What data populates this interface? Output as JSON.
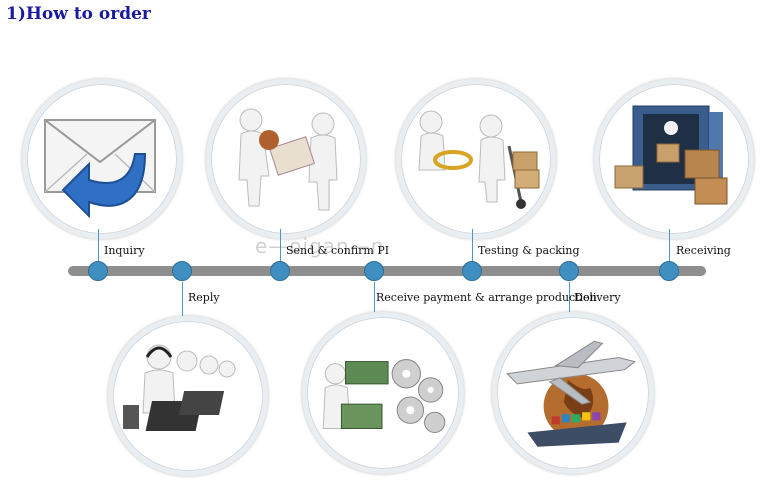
{
  "title": "1)How to order",
  "watermark": "e—oigan—n",
  "steps": {
    "inquiry": "Inquiry",
    "reply": "Reply",
    "send_confirm_pi": "Send & confirm PI",
    "receive_payment": "Receive payment & arrange production",
    "testing_packing": "Testing & packing",
    "delivery": "Delivery",
    "receiving": "Receiving"
  },
  "colors": {
    "title": "#1a1aa0",
    "node": "#3f8fc0",
    "bar": "#8e8e8e"
  },
  "icons": {
    "inquiry": "envelope-reply-icon",
    "send_confirm_pi": "handshake-document-icon",
    "testing_packing": "magnifier-handtruck-icon",
    "receiving": "container-boxes-icon",
    "reply": "call-center-icon",
    "receive_payment": "money-gears-icon",
    "delivery": "plane-ship-globe-icon"
  }
}
